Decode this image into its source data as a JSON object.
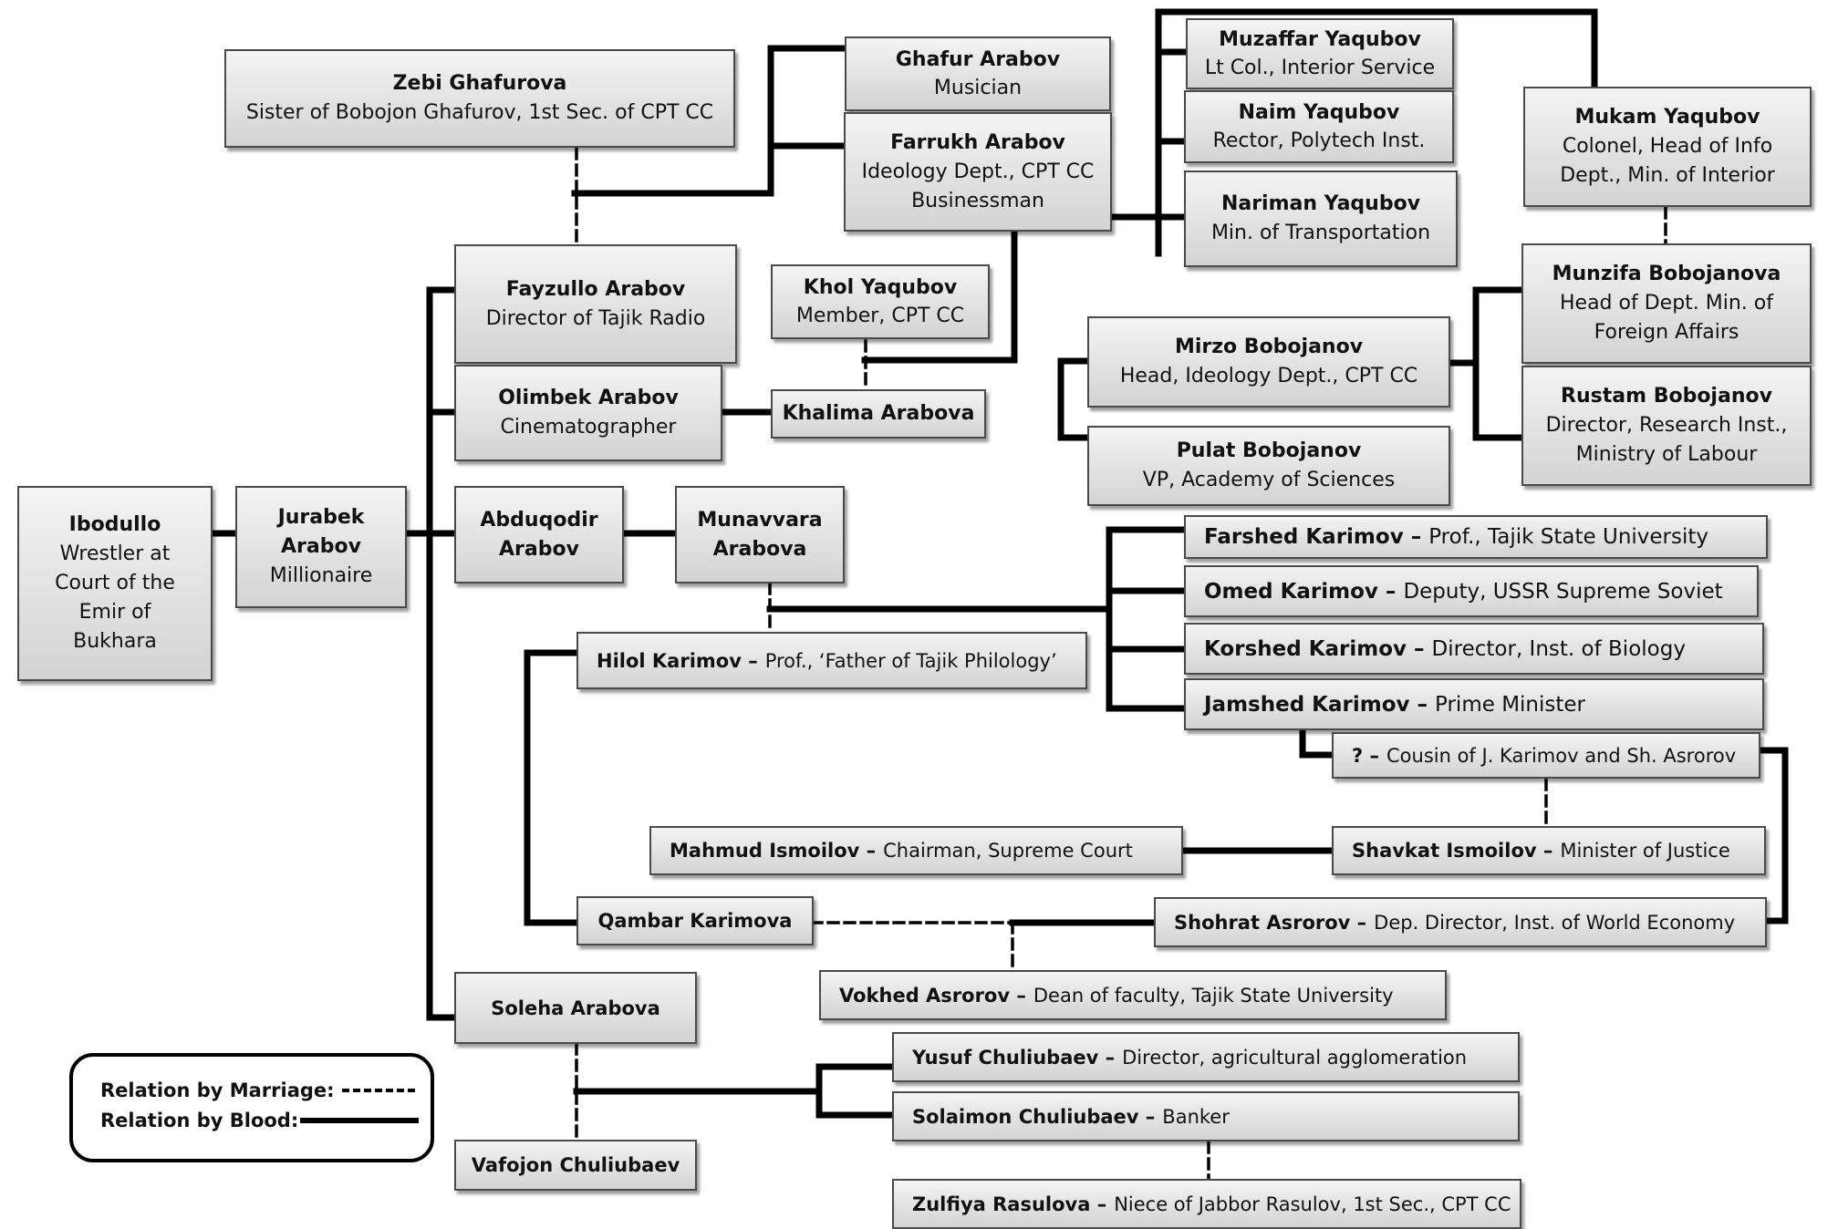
{
  "people": {
    "ibodullo": {
      "name": "Ibodullo",
      "desc": "Wrestler at Court of the Emir of Bukhara"
    },
    "jurabek": {
      "name": "Jurabek Arabov",
      "desc": "Millionaire"
    },
    "zebi": {
      "name": "Zebi Ghafurova",
      "desc": "Sister of Bobojon Ghafurov, 1st Sec. of CPT CC"
    },
    "ghafur": {
      "name": "Ghafur Arabov",
      "desc": "Musician"
    },
    "farrukh": {
      "name": "Farrukh Arabov",
      "desc": "Ideology Dept., CPT CC Businessman"
    },
    "muzaffar": {
      "name": "Muzaffar Yaqubov",
      "desc": "Lt Col., Interior Service"
    },
    "naim": {
      "name": "Naim Yaqubov",
      "desc": "Rector, Polytech Inst."
    },
    "nariman": {
      "name": "Nariman Yaqubov",
      "desc": "Min. of Transportation"
    },
    "mukam": {
      "name": "Mukam Yaqubov",
      "desc": "Colonel, Head of Info Dept., Min. of Interior"
    },
    "fayzullo": {
      "name": "Fayzullo Arabov",
      "desc": "Director of Tajik Radio"
    },
    "khol": {
      "name": "Khol Yaqubov",
      "desc": "Member, CPT CC"
    },
    "olimbek": {
      "name": "Olimbek Arabov",
      "desc": "Cinematographer"
    },
    "khalima": {
      "name": "Khalima Arabova",
      "desc": ""
    },
    "munzifa": {
      "name": "Munzifa Bobojanova",
      "desc": "Head of Dept. Min. of Foreign Affairs"
    },
    "mirzo": {
      "name": "Mirzo Bobojanov",
      "desc": "Head, Ideology Dept., CPT CC"
    },
    "rustam": {
      "name": "Rustam Bobojanov",
      "desc": "Director, Research Inst., Ministry of Labour"
    },
    "pulat": {
      "name": "Pulat Bobojanov",
      "desc": "VP, Academy of Sciences"
    },
    "abduqodir": {
      "name": "Abduqodir Arabov",
      "desc": ""
    },
    "munavvara": {
      "name": "Munavvara Arabova",
      "desc": ""
    },
    "farshed": {
      "name": "Farshed Karimov –",
      "desc": "Prof., Tajik State University"
    },
    "omed": {
      "name": "Omed Karimov –",
      "desc": "Deputy, USSR Supreme Soviet"
    },
    "korshed": {
      "name": "Korshed Karimov –",
      "desc": "Director, Inst. of Biology"
    },
    "jamshed": {
      "name": "Jamshed Karimov –",
      "desc": "Prime Minister"
    },
    "hilol": {
      "name": "Hilol Karimov –",
      "desc": "Prof., ‘Father of Tajik Philology’"
    },
    "cousin": {
      "name": "? –",
      "desc": "Cousin of J. Karimov and Sh. Asrorov"
    },
    "mahmud": {
      "name": "Mahmud Ismoilov –",
      "desc": "Chairman, Supreme Court"
    },
    "shavkat": {
      "name": "Shavkat Ismoilov –",
      "desc": "Minister of Justice"
    },
    "qambar": {
      "name": "Qambar Karimova",
      "desc": ""
    },
    "shohrat": {
      "name": "Shohrat Asrorov –",
      "desc": "Dep. Director, Inst. of World Economy"
    },
    "vokhed": {
      "name": "Vokhed Asrorov –",
      "desc": "Dean of faculty, Tajik State University"
    },
    "soleha": {
      "name": "Soleha Arabova",
      "desc": ""
    },
    "yusuf": {
      "name": "Yusuf Chuliubaev –",
      "desc": "Director, agricultural agglomeration"
    },
    "solaimon": {
      "name": "Solaimon Chuliubaev –",
      "desc": "Banker"
    },
    "vafojon": {
      "name": "Vafojon Chuliubaev",
      "desc": ""
    },
    "zulfiya": {
      "name": "Zulfiya Rasulova –",
      "desc": "Niece of Jabbor Rasulov, 1st Sec., CPT CC"
    }
  },
  "legend": {
    "marriage": "Relation by Marriage:",
    "blood": "Relation by Blood:"
  }
}
